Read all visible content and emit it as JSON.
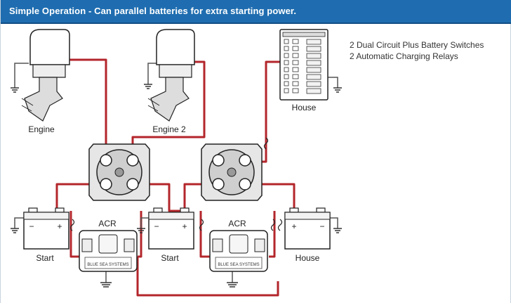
{
  "header": {
    "title": "Simple Operation - Can parallel batteries for extra starting power."
  },
  "legend": {
    "lines": [
      "2 Dual Circuit Plus Battery Switches",
      "2 Automatic Charging Relays"
    ]
  },
  "labels": {
    "engine1": "Engine",
    "engine2": "Engine 2",
    "house_panel": "House",
    "acr1": "ACR",
    "acr2": "ACR",
    "battery_start1": "Start",
    "battery_start2": "Start",
    "battery_house": "House"
  },
  "battery_terminals": {
    "negative": "−",
    "positive": "+"
  },
  "acr_brand": "BLUE SEA SYSTEMS",
  "colors": {
    "wire_red": "#b3262b",
    "ground_wire": "#555555",
    "header_bg": "#1f6db0",
    "header_text": "#ffffff",
    "outline": "#222222"
  }
}
